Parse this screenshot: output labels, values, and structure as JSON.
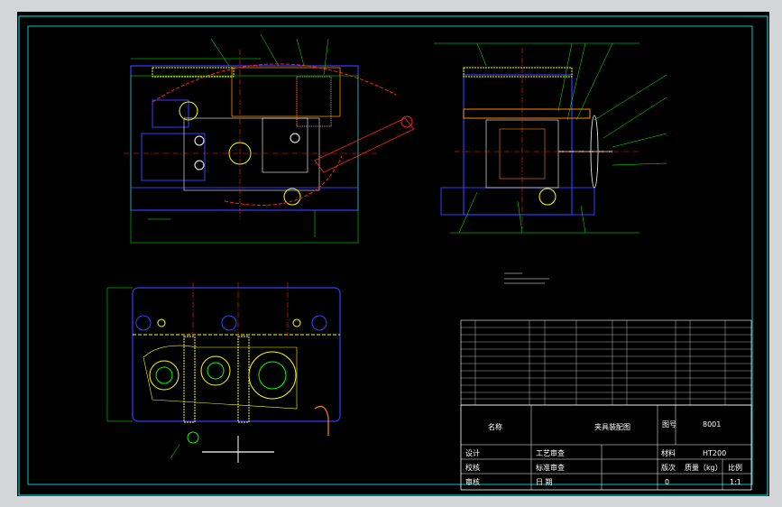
{
  "title_block": {
    "name_label": "名称",
    "drawing_title": "夹具装配图",
    "drawing_no_label": "图号",
    "drawing_no": "8001",
    "material_label": "材料",
    "material": "HT200",
    "design": "设计",
    "check": "校核",
    "review": "审核",
    "process_review": "工艺审查",
    "standard_review": "标准审查",
    "date": "日 期",
    "edition_label": "版次",
    "edition": "0",
    "mass_label": "质量（kg）",
    "scale_label": "比例",
    "scale": "1:1"
  },
  "colors": {
    "background": "#000000",
    "frame": "#00c8c8",
    "geometry": "#3a3aff",
    "center_line": "#ff2020",
    "leader": "#00ff00",
    "part": "#ffff00",
    "hidden": "#ff00ff",
    "text": "#ffffff"
  }
}
